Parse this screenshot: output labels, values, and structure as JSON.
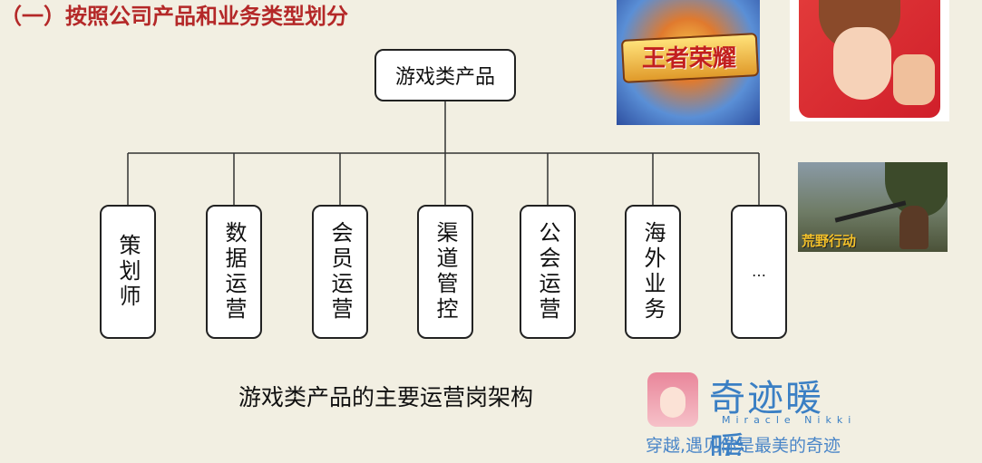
{
  "heading": "（一）按照公司产品和业务类型划分",
  "diagram": {
    "root": "游戏类产品",
    "children": [
      "策划师",
      "数据运营",
      "会员运营",
      "渠道管控",
      "公会运营",
      "海外业务",
      "…"
    ]
  },
  "caption": "游戏类产品的主要运营岗架构",
  "images": {
    "kings": {
      "logo_text": "王者荣耀"
    },
    "pubg": {
      "logo_text": "荒野行动"
    },
    "nikki": {
      "title": "奇迹暖暖",
      "subtitle": "Miracle Nikki",
      "slogan": "穿越,遇见你是最美的奇迹"
    }
  },
  "colors": {
    "heading": "#b42828",
    "background": "#f2efe2",
    "nikki_blue": "#3a7fc4"
  }
}
